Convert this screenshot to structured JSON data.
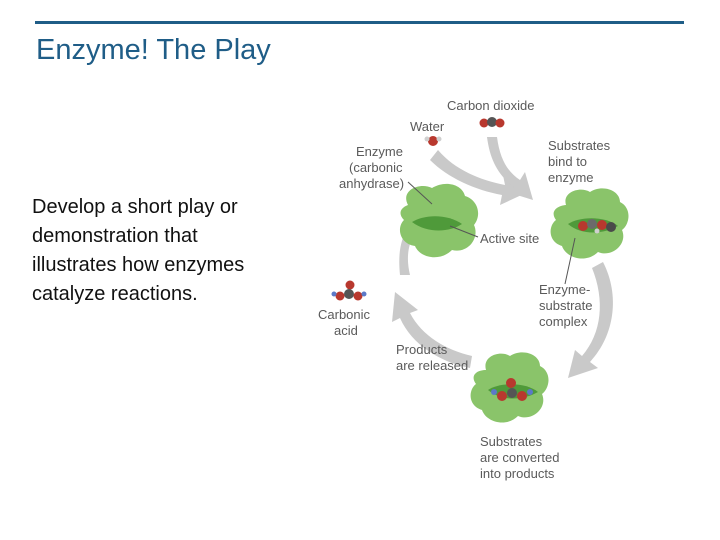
{
  "slide": {
    "title": "Enzyme! The Play",
    "body_lines": [
      "Develop a short play or",
      "demonstration that",
      "illustrates how enzymes",
      "catalyze reactions."
    ]
  },
  "diagram": {
    "carbon_dioxide": "Carbon dioxide",
    "water": "Water",
    "enzyme_lines": [
      "Enzyme",
      "(carbonic",
      "anhydrase)"
    ],
    "substrates_bind_lines": [
      "Substrates",
      "bind to",
      "enzyme"
    ],
    "active_site": "Active site",
    "complex_lines": [
      "Enzyme-",
      "substrate",
      "complex"
    ],
    "carbonic_acid_lines": [
      "Carbonic",
      "acid"
    ],
    "released_lines": [
      "Products",
      "are released"
    ],
    "converted_lines": [
      "Substrates",
      "are converted",
      "into products"
    ],
    "colors": {
      "title": "#1f5d87",
      "enzyme_green": "#8ac46a",
      "enzyme_dark": "#4f9a3a",
      "arrow_gray": "#c9c9c9",
      "label_gray": "#5a5a5a"
    }
  }
}
